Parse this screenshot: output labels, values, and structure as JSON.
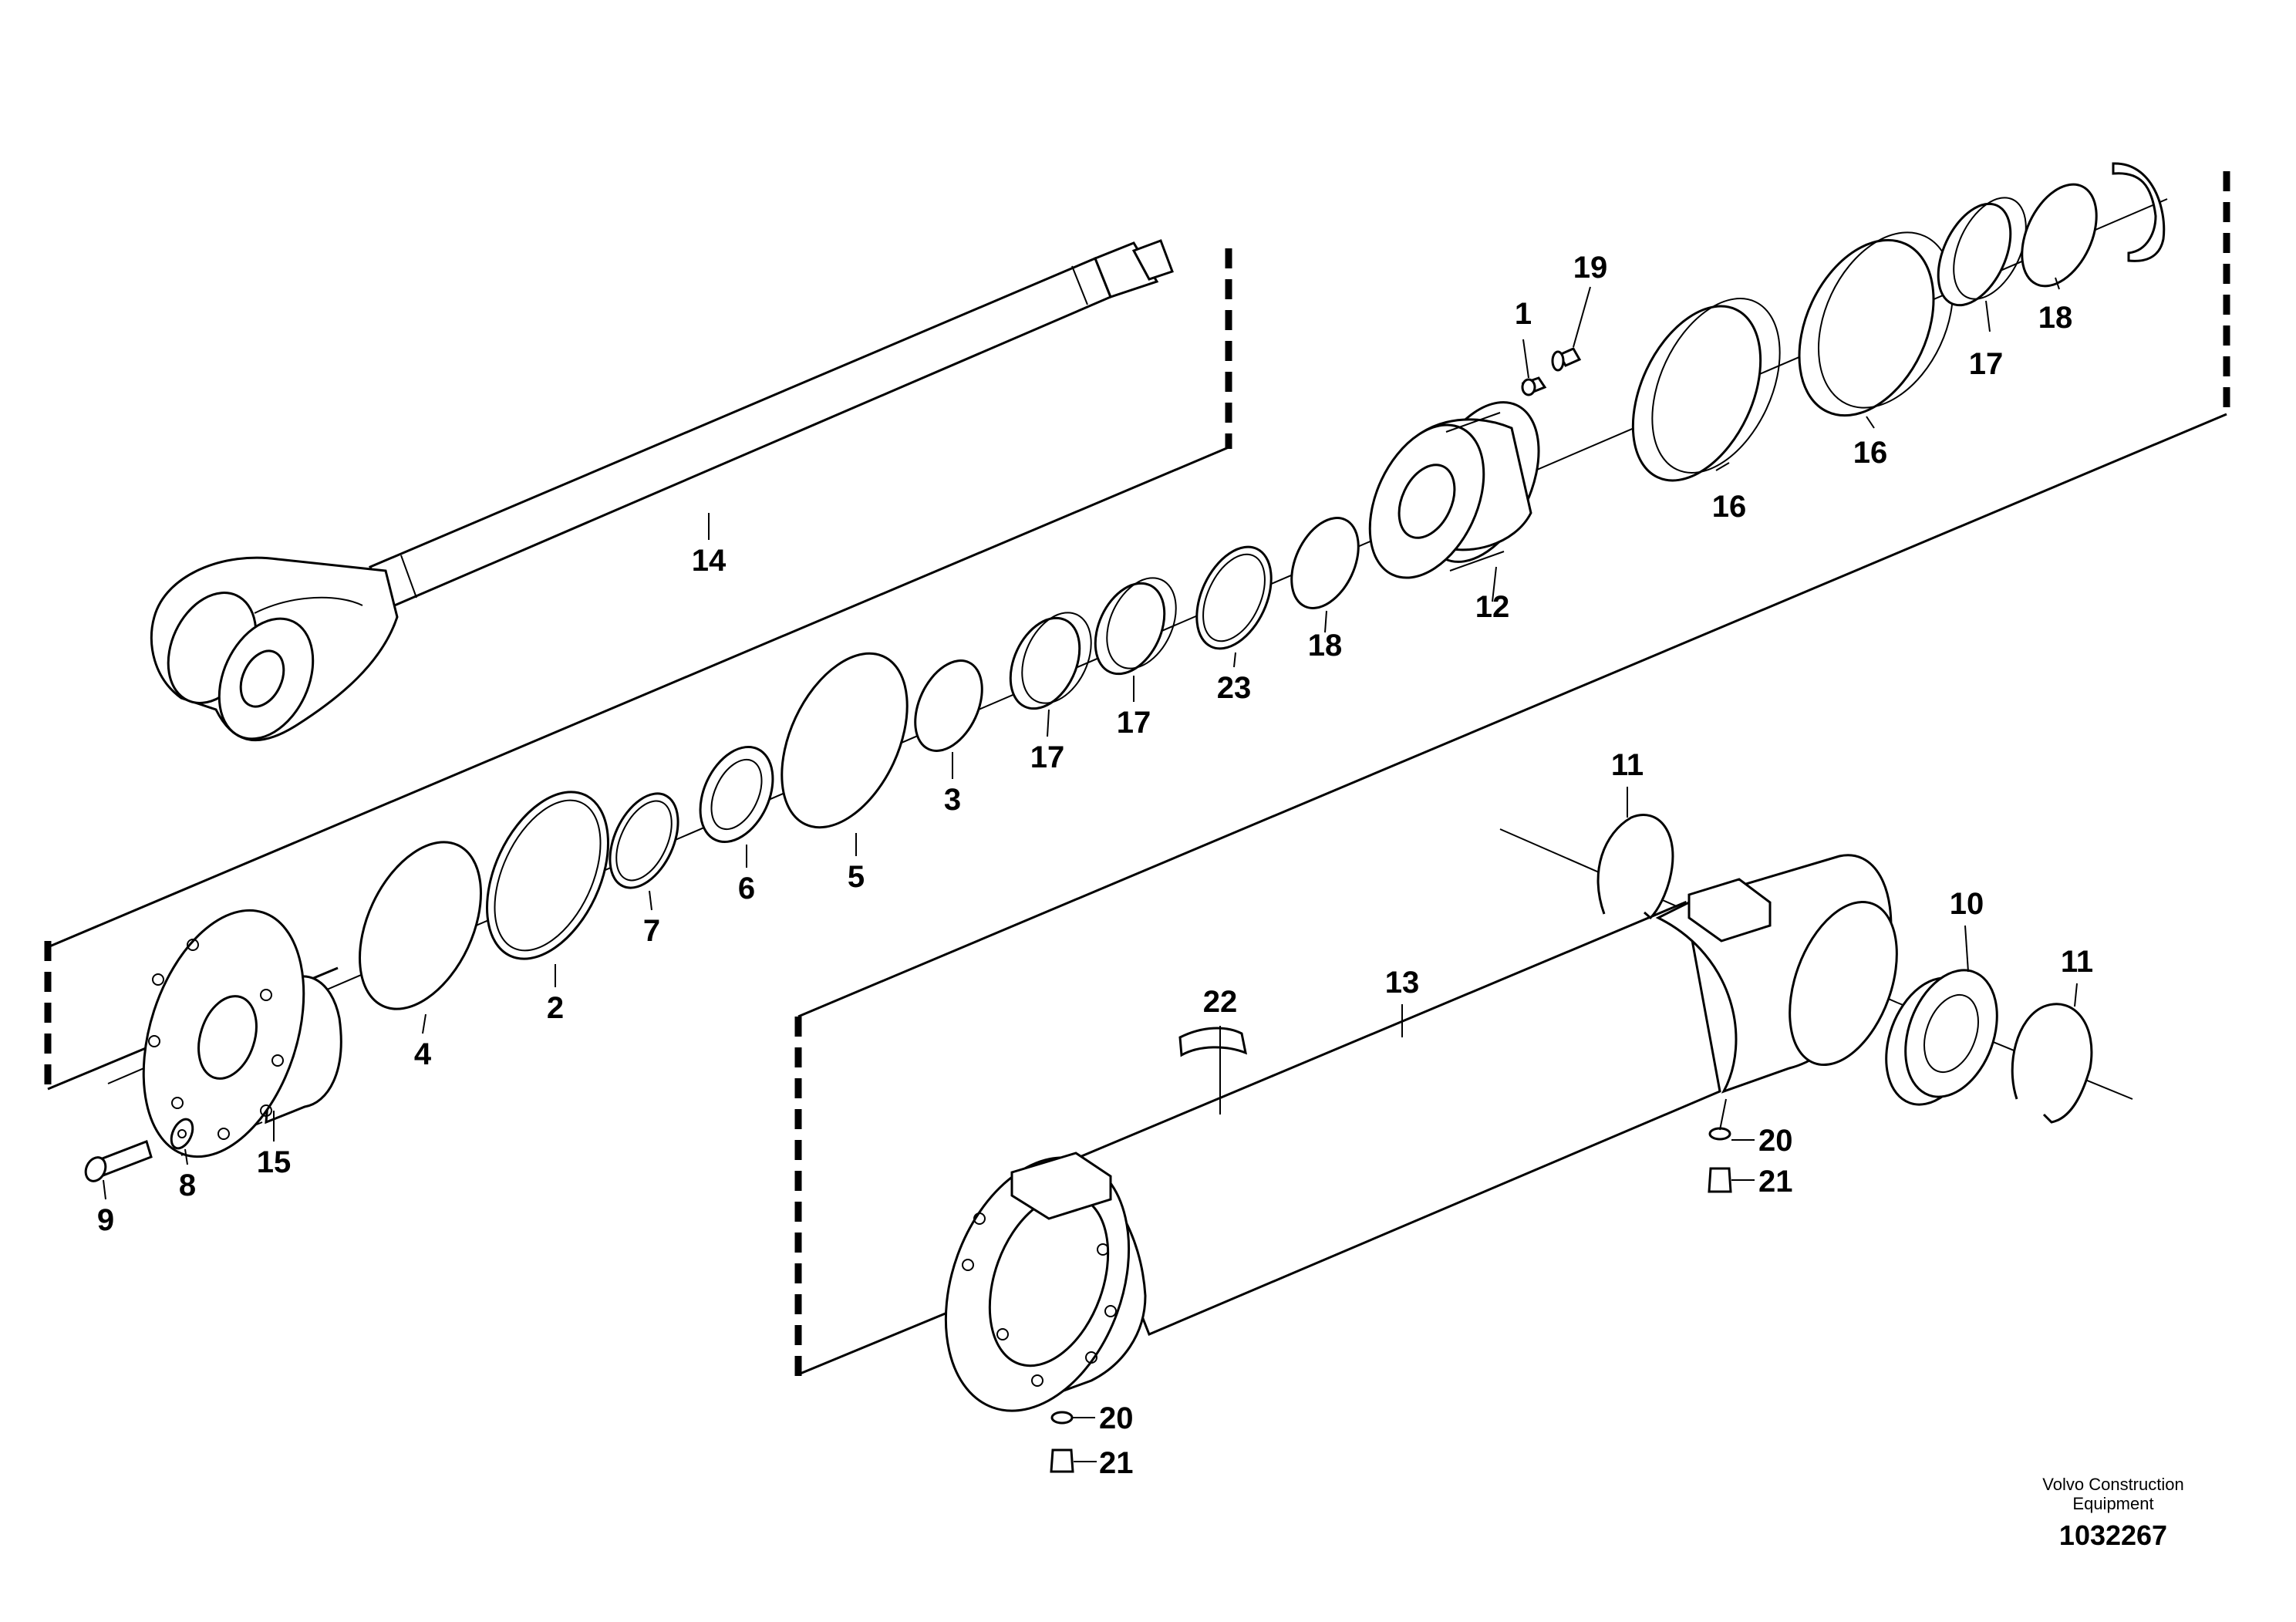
{
  "labels": {
    "l1": "1",
    "l2": "2",
    "l3": "3",
    "l4": "4",
    "l5": "5",
    "l6": "6",
    "l7": "7",
    "l8": "8",
    "l9": "9",
    "l10": "10",
    "l11": "11",
    "l12": "12",
    "l13": "13",
    "l14": "14",
    "l15": "15",
    "l16": "16",
    "l17": "17",
    "l18": "18",
    "l19": "19",
    "l20": "20",
    "l21": "21",
    "l22": "22",
    "l23": "23"
  },
  "footer": {
    "brand_line1": "Volvo Construction",
    "brand_line2": "Equipment",
    "drawing_number": "1032267"
  }
}
